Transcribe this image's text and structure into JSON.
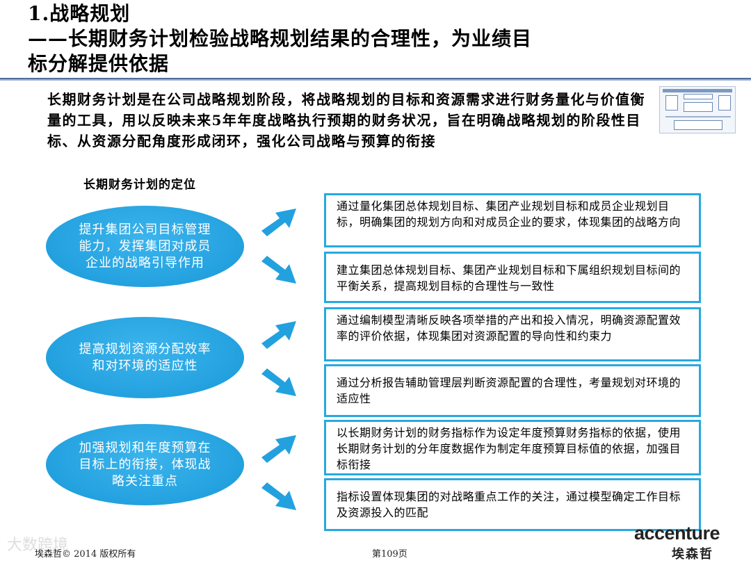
{
  "title": {
    "line1": "1.战略规划",
    "line2": "——长期财务计划检验战略规划结果的合理性，为业绩目",
    "line3": "标分解提供依据"
  },
  "intro": "长期财务计划是在公司战略规划阶段，将战略规划的目标和资源需求进行财务量化与价值衡量的工具，用以反映未来5年年度战略执行预期的财务状况，旨在明确战略规划的阶段性目标、从资源分配角度形成闭环，强化公司战略与预算的衔接",
  "subtitle": "长期财务计划的定位",
  "groups": [
    {
      "oval": "提升集团公司目标管理能力，发挥集团对成员企业的战略引导作用",
      "boxes": [
        "通过量化集团总体规划目标、集团产业规划目标和成员企业规划目标，明确集团的规划方向和对成员企业的要求，体现集团的战略方向",
        "建立集团总体规划目标、集团产业规划目标和下属组织规划目标间的平衡关系，提高规划目标的合理性与一致性"
      ]
    },
    {
      "oval": "提高规划资源分配效率和对环境的适应性",
      "boxes": [
        "通过编制模型清晰反映各项举措的产出和投入情况，明确资源配置效率的评价依据，体现集团对资源配置的导向性和约束力",
        "通过分析报告辅助管理层判断资源配置的合理性，考量规划对环境的适应性"
      ]
    },
    {
      "oval": "加强规划和年度预算在目标上的衔接，体现战略关注重点",
      "boxes": [
        "以长期财务计划的财务指标作为设定年度预算财务指标的依据，使用长期财务计划的分年度数据作为制定年度预算目标值的依据，加强目标衔接",
        "指标设置体现集团的对战略重点工作的关注，通过模型确定工作目标及资源投入的匹配"
      ]
    }
  ],
  "footer": {
    "copyright": "埃森哲© 2014 版权所有",
    "page": "第109页",
    "watermark": "大数跨境"
  },
  "brand": {
    "name": "accenture",
    "name_cn": "埃森哲"
  },
  "colors": {
    "accent": "#27a9e1",
    "oval": "#23a1df",
    "divider": "#4f6f9a"
  },
  "icons": {
    "arrow": "arrow-right-icon",
    "thumbnail": "diagram-thumbnail-icon"
  }
}
